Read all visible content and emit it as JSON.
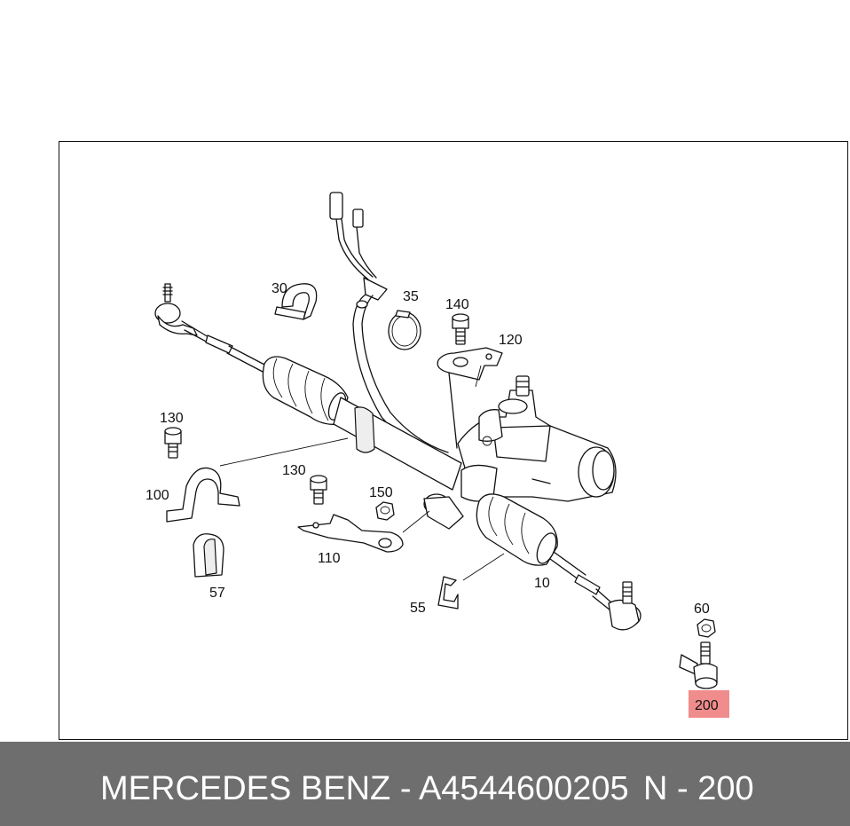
{
  "callouts": {
    "c30": "30",
    "c35": "35",
    "c140": "140",
    "c120": "120",
    "c130a": "130",
    "c130b": "130",
    "c150": "150",
    "c100": "100",
    "c110": "110",
    "c57": "57",
    "c55": "55",
    "c10": "10",
    "c60": "60",
    "c200": "200"
  },
  "highlight": {
    "part": "200",
    "color": "#f08c8c"
  },
  "footer": {
    "title": "MERCEDES BENZ - A4544600205",
    "part_ref": "N - 200",
    "background": "#6e6e6e",
    "text_color": "#ffffff"
  }
}
